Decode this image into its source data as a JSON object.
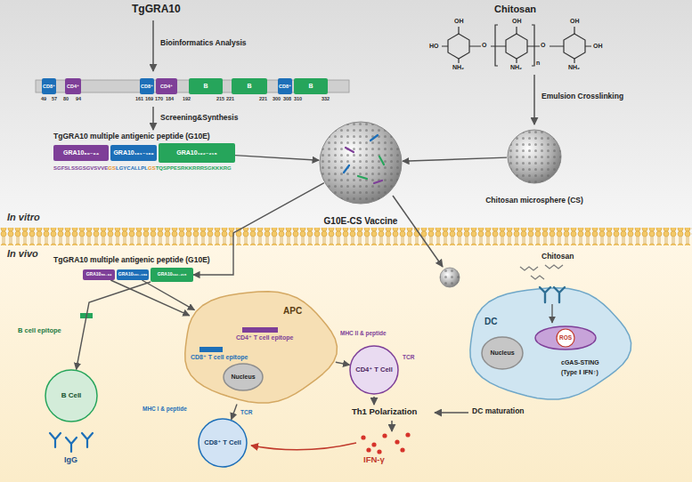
{
  "diagram": {
    "nodes": [
      {
        "text": [
          "CD8⁺"
        ]
      },
      {
        "text": [
          "CD4⁺"
        ]
      },
      {
        "text": [
          "CD8⁺"
        ]
      },
      {
        "text": [
          "CD4⁺"
        ]
      },
      {
        "text": [
          "B"
        ]
      },
      {
        "text": [
          "B"
        ]
      },
      {
        "text": [
          "CD8⁺"
        ]
      },
      {
        "text": [
          "B"
        ]
      },
      {
        "text": [
          "GRA10₈₀₋₉₄"
        ]
      },
      {
        "text": [
          "GRA10₁₆₁₋₁₆₉"
        ]
      },
      {
        "text": [
          "GRA10₁₉₂₋₂₁₅"
        ]
      },
      {
        "text": [
          "G10E-CS Vaccine"
        ]
      },
      {
        "text": [
          "Chitosan microsphere (CS)"
        ]
      },
      {
        "text": [
          "GRA10₈₀₋₉₄"
        ]
      },
      {
        "text": [
          "GRA10₁₆₁₋₁₆₉"
        ]
      },
      {
        "text": [
          "GRA10₁₉₂₋₂₁₅"
        ]
      },
      {
        "text": [
          "APC"
        ]
      },
      {
        "text": [
          "Nucleus"
        ],
        "in": 16
      },
      {
        "text": [
          "B Cell"
        ]
      },
      {
        "text": [
          "CD8⁺ T Cell"
        ]
      },
      {
        "text": [
          "CD4⁺ T Cell"
        ]
      },
      {
        "text": [
          "DC"
        ]
      },
      {
        "text": [
          "Nucleus"
        ],
        "in": 21
      },
      {
        "text": [
          "ROS"
        ],
        "in": 21
      }
    ],
    "edges": [
      {
        "from": 10,
        "to": 11,
        "arrow": "to"
      },
      {
        "from": 12,
        "to": 11,
        "arrow": "to"
      },
      {
        "from": 11,
        "to": 15,
        "arrow": "to"
      },
      {
        "from": 15,
        "to": 18,
        "arrow": "to"
      },
      {
        "from": 13,
        "to": 16,
        "arrow": "to"
      },
      {
        "from": 14,
        "to": 16,
        "arrow": "to"
      },
      {
        "from": 16,
        "to": 20,
        "arrow": "to"
      },
      {
        "from": 16,
        "to": 19,
        "arrow": "to"
      }
    ],
    "labels": [
      "TgGRA10",
      "Chitosan",
      "Bioinformatics Analysis",
      "49",
      "57",
      "80",
      "94",
      "161",
      "169",
      "170",
      "184",
      "192",
      "215",
      "221",
      "221",
      "300",
      "308",
      "310",
      "332",
      "Screening&Synthesis",
      "TgGRA10 multiple antigenic peptide (G10E)",
      "SGFSLSSGSGVSVVE",
      "GS",
      "LGYCALLPL",
      "GS",
      "TQSPPESRKKRRRSGKKKRG",
      "HO",
      "OH",
      "O",
      "NH₂",
      "OH",
      "O",
      "NH₂",
      "n",
      "OH",
      "OH",
      "NH₂",
      "Emulsion Crosslinking",
      "In vitro",
      "In vivo",
      "TgGRA10 multiple antigenic peptide (G10E)",
      "Chitosan",
      "B cell epitope",
      "CD4⁺ T cell epitope",
      "CD8⁺ T cell epitope",
      "MHC II & peptide",
      "TCR",
      "MHC I & peptide",
      "TCR",
      "IgG",
      "Th1 Polarization",
      "IFN-γ",
      "cGAS-STING",
      "(Type Ⅰ IFN↑)",
      "DC maturation"
    ]
  }
}
